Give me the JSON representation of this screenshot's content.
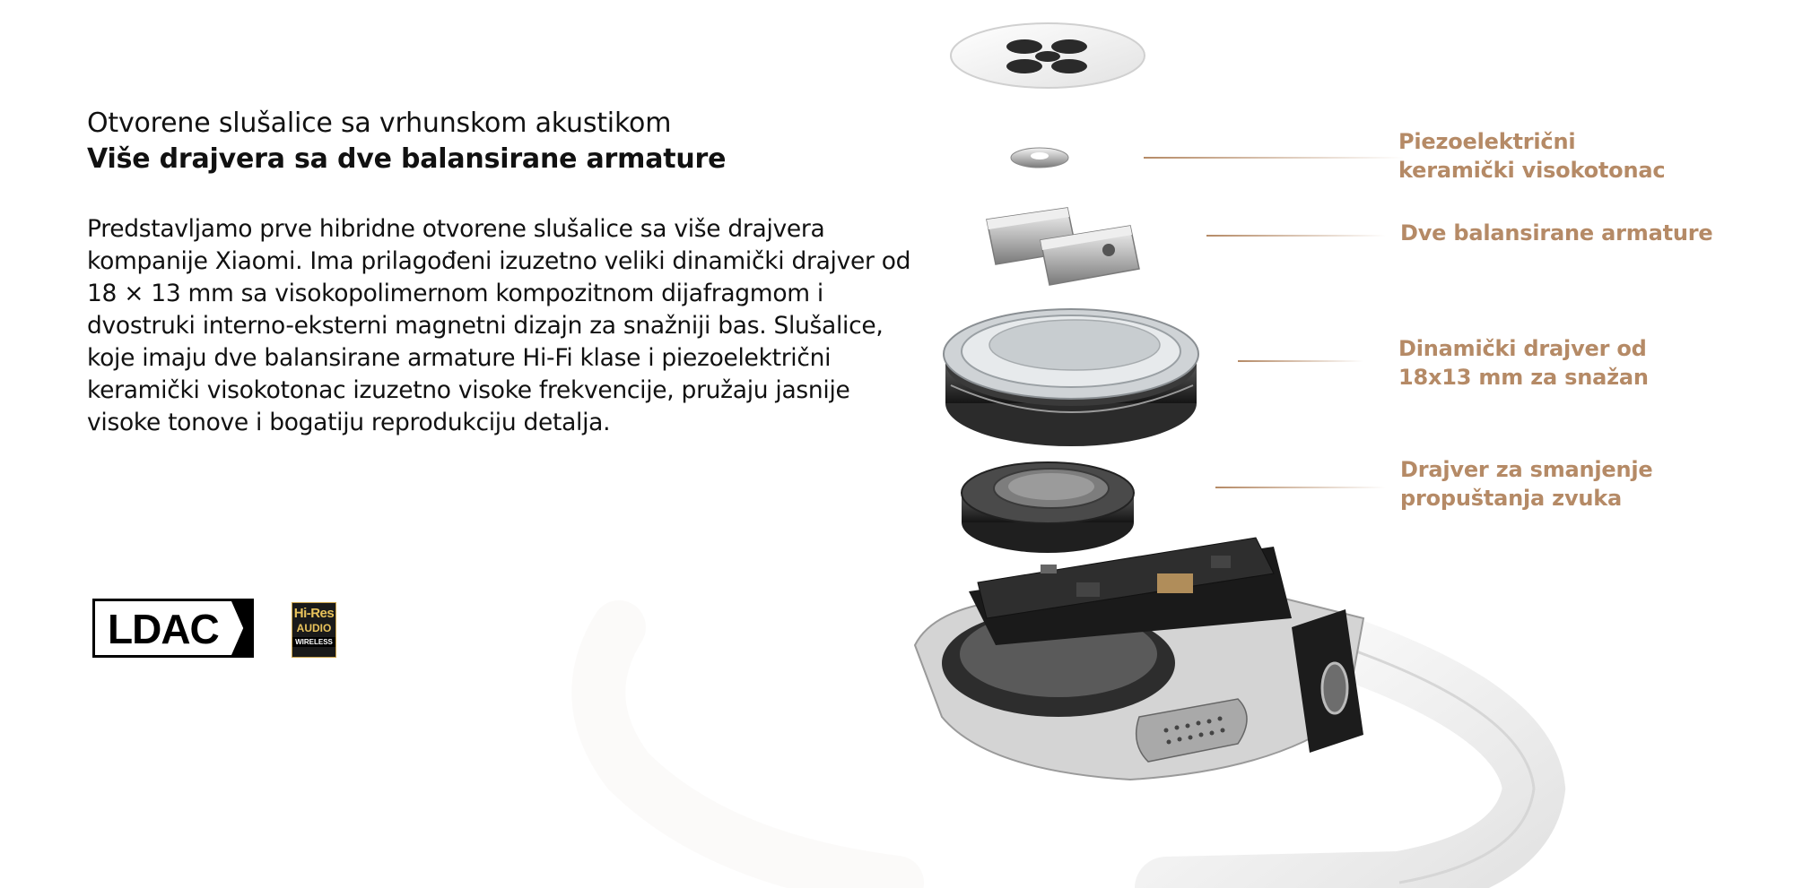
{
  "intro": {
    "subtitle": "Otvorene slušalice sa vrhunskom akustikom",
    "headline": "Više drajvera sa dve balansirane armature",
    "body": "Predstavljamo prve hibridne otvorene slušalice sa više drajvera kompanije Xiaomi. Ima prilagođeni izuzetno veliki dinamički drajver od 18 × 13 mm sa visokopolimernom kompozitnom dijafragmom i dvostruki interno-eksterni magnetni dizajn za snažniji bas. Slušalice, koje imaju dve balansirane armature Hi-Fi klase i piezoelektrični keramički visokotonac izuzetno visoke frekvencije, pružaju jasnije visoke tonove i bogatiju reprodukciju detalja."
  },
  "badges": {
    "ldac": "LDAC",
    "hires_line1": "Hi-Res",
    "hires_line2": "AUDIO",
    "hires_line3": "WIRELESS"
  },
  "callouts": [
    {
      "line1": "Piezoelektrični",
      "line2": "keramički visokotonac"
    },
    {
      "line1": "Dve balansirane armature",
      "line2": ""
    },
    {
      "line1": "Dinamički drajver od",
      "line2": "18x13 mm za snažan"
    },
    {
      "line1": "Drajver za smanjenje",
      "line2": "propuštanja zvuka"
    }
  ],
  "colors": {
    "accent": "#b58a66",
    "text": "#111111",
    "hires_gold": "#e8c25b"
  }
}
